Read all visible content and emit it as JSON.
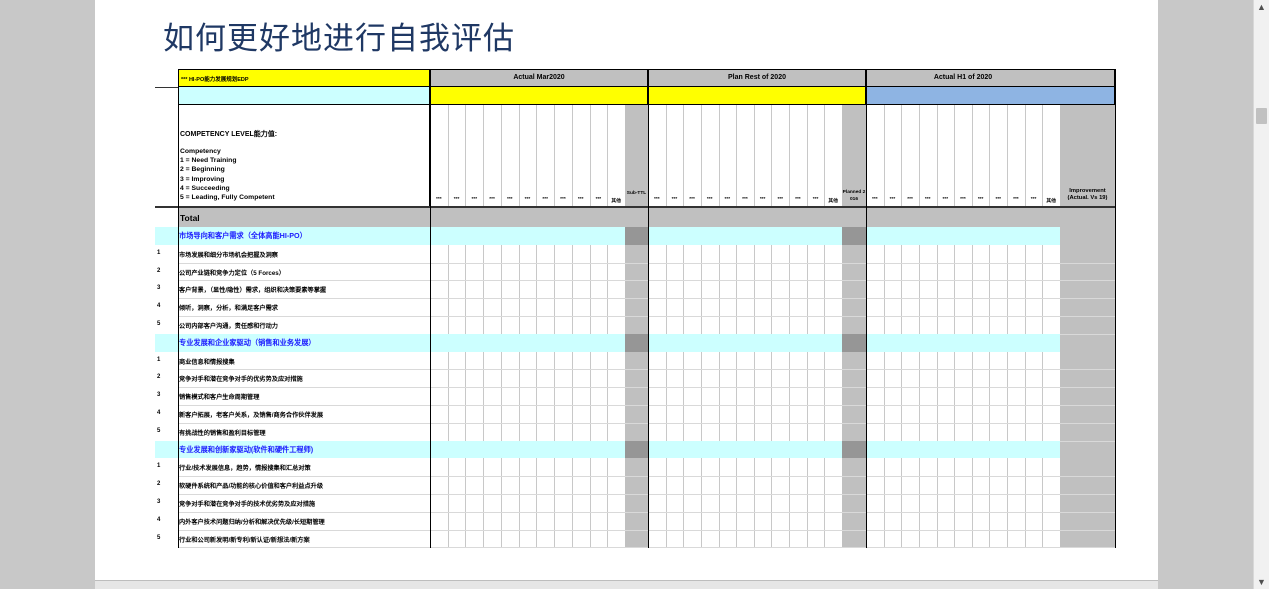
{
  "page_title": "如何更好地进行自我评估",
  "table": {
    "header_label": "*** HI-PO能力发展规划EDP",
    "groups": [
      "Actual Mar2020",
      "Plan Rest of 2020",
      "Actual H1 of 2020"
    ],
    "competency_block": {
      "title": "COMPETENCY LEVEL能力值:",
      "subtitle": "Competency",
      "levels": [
        "1 = Need Training",
        "2 = Beginning",
        "3 = Improving",
        "4 = Succeeding",
        "5 = Leading, Fully Competent"
      ]
    },
    "col_placeholder": "***",
    "col_other": "其他",
    "subtotal_label": "Sub-TTL",
    "planned_label": "Planned 2016",
    "improvement_label": "Improvement (Actual. Vs 19)",
    "total_label": "Total",
    "sections": [
      {
        "name": "市场导向和客户需求（全体高能HI-PO）",
        "items": [
          {
            "no": "1",
            "text": "市场发展和细分市场机会把握及洞察"
          },
          {
            "no": "2",
            "text": "公司产业链和竞争力定位（5 Forces）"
          },
          {
            "no": "3",
            "text": "客户背景，（显性/隐性）需求，组织和决策要素等掌握"
          },
          {
            "no": "4",
            "text": "倾听，洞察，分析，和满足客户需求"
          },
          {
            "no": "5",
            "text": "公司内部客户沟通，责任感和行动力"
          }
        ]
      },
      {
        "name": "专业发展和企业家驱动（销售和业务发展）",
        "items": [
          {
            "no": "1",
            "text": "商业信息和情报搜集"
          },
          {
            "no": "2",
            "text": "竞争对手和潜在竞争对手的优劣势及应对措施"
          },
          {
            "no": "3",
            "text": "销售模式和客户生命周期管理"
          },
          {
            "no": "4",
            "text": "新客户拓展，老客户关系，及销售/商务合作伙伴发展"
          },
          {
            "no": "5",
            "text": "有挑战性的销售和盈利目标管理"
          }
        ]
      },
      {
        "name": "专业发展和创新家驱动(软件和硬件工程师)",
        "items": [
          {
            "no": "1",
            "text": "行业/技术发展信息，趋势，情报搜集和汇总对策"
          },
          {
            "no": "2",
            "text": "软硬件系统和产品/功能的核心价值和客户利益点升级"
          },
          {
            "no": "3",
            "text": "竞争对手和潜在竞争对手的技术优劣势及应对措施"
          },
          {
            "no": "4",
            "text": "内外客户技术问题归纳/分析和解决优先级/长短期管理"
          },
          {
            "no": "5",
            "text": "行业和公司新发明/新专利/新认证/新想法/新方案"
          }
        ]
      }
    ]
  },
  "colors": {
    "yellow": "#ffff00",
    "cyan": "#ccffff",
    "blue": "#8eb4e3",
    "gray": "#c0c0c0",
    "dark_gray": "#969696",
    "title": "#1f3864",
    "section_text": "#1a1aff"
  }
}
